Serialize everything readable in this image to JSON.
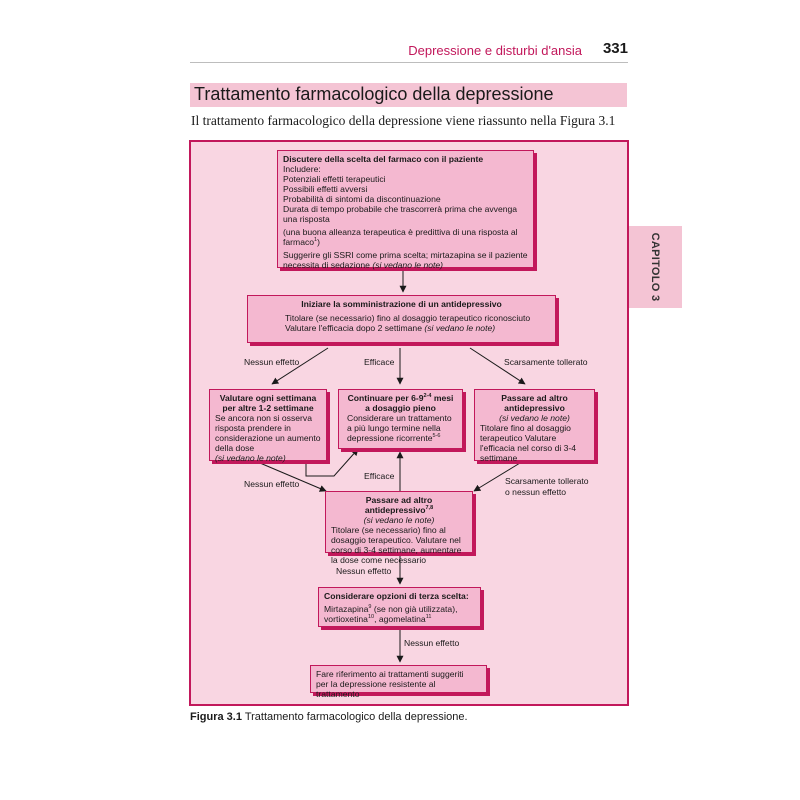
{
  "header": {
    "title": "Depressione e disturbi d'ansia",
    "page_number": "331"
  },
  "section_title": "Trattamento farmacologico della depressione",
  "intro_text": "Il trattamento farmacologico della depressione viene riassunto nella Figura 3.1",
  "thumb_tab": "CAPITOLO 3",
  "colors": {
    "accent": "#c2185b",
    "box_fill": "#f4b8d0",
    "frame_fill": "#f9d6e2",
    "title_band": "#f4c4d4"
  },
  "flowchart": {
    "discuss": {
      "title": "Discutere della scelta del farmaco con il paziente",
      "l1": "Includere:",
      "l2": "Potenziali effetti terapeutici",
      "l3": "Possibili effetti avversi",
      "l4": "Probabilità di sintomi da discontinuazione",
      "l5": "Durata di tempo probabile che trascorrerà prima che avvenga una risposta",
      "l6": "(una buona alleanza terapeutica è predittiva di una risposta al farmaco",
      "l6_sup": "1",
      "l6_end": ")",
      "l7": "Suggerire gli SSRI come prima scelta; mirtazapina se il paziente necessita di sedazione",
      "l7_note": "(si vedano le note)"
    },
    "start": {
      "title": "Iniziare la somministrazione di un antidepressivo",
      "l1": "Titolare (se necessario) fino al dosaggio terapeutico riconosciuto",
      "l2": "Valutare l'efficacia dopo 2 settimane",
      "l2_note": "(si vedano le note)"
    },
    "weekly": {
      "title": "Valutare ogni settimana per altre 1-2 settimane",
      "body": "Se ancora non si osserva risposta prendere in considerazione un aumento della dose",
      "note": "(si vedano le note)"
    },
    "continue": {
      "title_a": "Continuare per 6-9",
      "title_sup": "2-4",
      "title_b": " mesi a dosaggio pieno",
      "body": "Considerare un trattamento a più lungo termine nella depressione ricorrente",
      "body_sup": "5-6"
    },
    "switch1": {
      "title": "Passare ad altro antidepressivo",
      "note": "(si vedano le note)",
      "body": "Titolare fino al dosaggio terapeutico Valutare l'efficacia nel corso di 3-4 settimane"
    },
    "switch2": {
      "title": "Passare ad altro antidepressivo",
      "title_sup": "7,8",
      "note": "(si vedano le note)",
      "body": "Titolare (se necessario) fino al dosaggio terapeutico. Valutare nel corso di 3-4 settimane, aumentare la dose come necessario"
    },
    "third": {
      "title": "Considerare opzioni di terza scelta:",
      "l1": "Mirtazapina",
      "l1_sup": "9",
      "l1_end": " (se non già utilizzata),",
      "l2": "vortioxetina",
      "l2_sup": "10",
      "l2_mid": ", agomelatina",
      "l2_sup2": "11"
    },
    "refer": {
      "l1": "Fare riferimento ai trattamenti suggeriti",
      "l2": "per la depressione resistente al trattamento"
    },
    "labels": {
      "no_effect": "Nessun effetto",
      "effective": "Efficace",
      "poorly_tolerated": "Scarsamente tollerato",
      "poorly_or_none_1": "Scarsamente tollerato",
      "poorly_or_none_2": "o nessun effetto"
    }
  },
  "caption": {
    "label": "Figura 3.1",
    "text": " Trattamento farmacologico della depressione."
  }
}
